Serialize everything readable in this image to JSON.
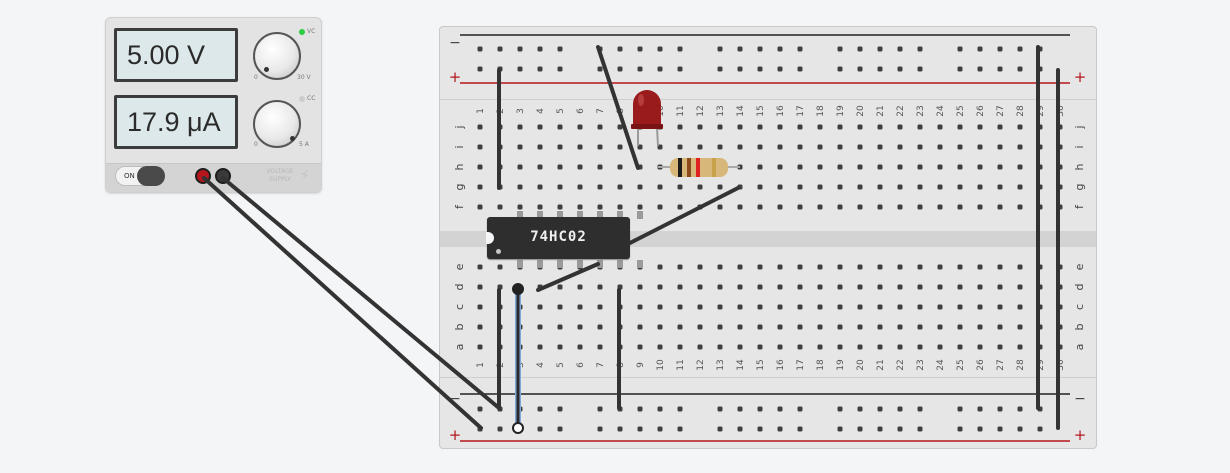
{
  "power_supply": {
    "voltage_display": "5.00 V",
    "current_display": "17.9 μA",
    "vc_label": "VC",
    "cc_label": "CC",
    "voltage_knob_min": "0",
    "voltage_knob_max": "30 V",
    "current_knob_min": "0",
    "current_knob_max": "5 A",
    "power_switch_label": "ON",
    "brand_line1": "VOLTAGE",
    "brand_line2": "SUPPLY",
    "vc_led_color": "#2ecc40",
    "cc_led_color": "#cccccc",
    "positive_terminal_color": "#b3161c",
    "negative_terminal_color": "#3a3a3a"
  },
  "breadboard": {
    "rail_minus": "−",
    "rail_plus": "+",
    "row_labels_top": [
      "j",
      "i",
      "h",
      "g",
      "f"
    ],
    "row_labels_bottom": [
      "e",
      "d",
      "c",
      "b",
      "a"
    ],
    "column_count": 30,
    "colors": {
      "minus_line": "#222222",
      "plus_line": "#b3161c"
    }
  },
  "components": {
    "ic_label": "74HC02",
    "led_color": "#9a1b1b",
    "resistor_bands": [
      "#1b1b1b",
      "#8a4a1c",
      "#e02020",
      "#c9a14a"
    ],
    "wire_color": "#333333",
    "selected_wire_highlight": "#7fa8d8"
  }
}
